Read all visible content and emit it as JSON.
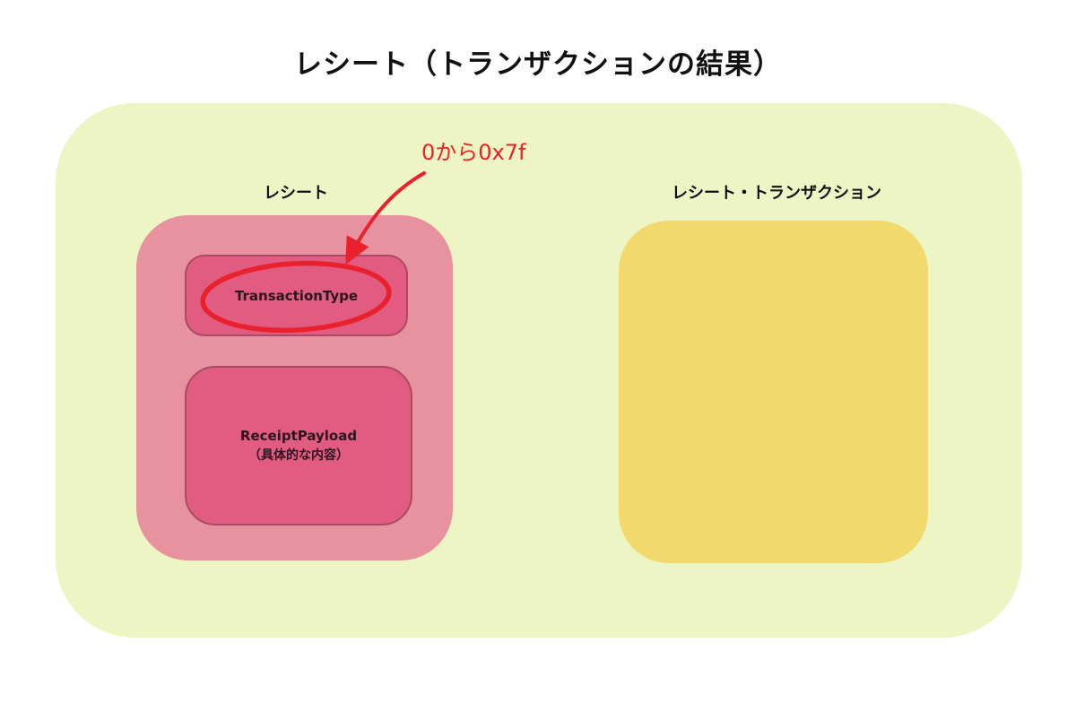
{
  "title": "レシート（トランザクションの結果）",
  "annotation": {
    "label": "0から0x7f"
  },
  "receipt_group": {
    "label": "レシート",
    "items": [
      {
        "label": "TransactionType"
      },
      {
        "label": "ReceiptPayload",
        "sublabel": "（具体的な内容）"
      }
    ]
  },
  "receipt_transaction_group": {
    "label": "レシート・トランザクション"
  },
  "colors": {
    "outer_background": "#edf5c5",
    "group_pink": "#e9929f",
    "item_pink": "#e25b80",
    "item_border": "#a84a63",
    "yellow_box": "#f2d96d",
    "annotation": "#e8212d"
  }
}
